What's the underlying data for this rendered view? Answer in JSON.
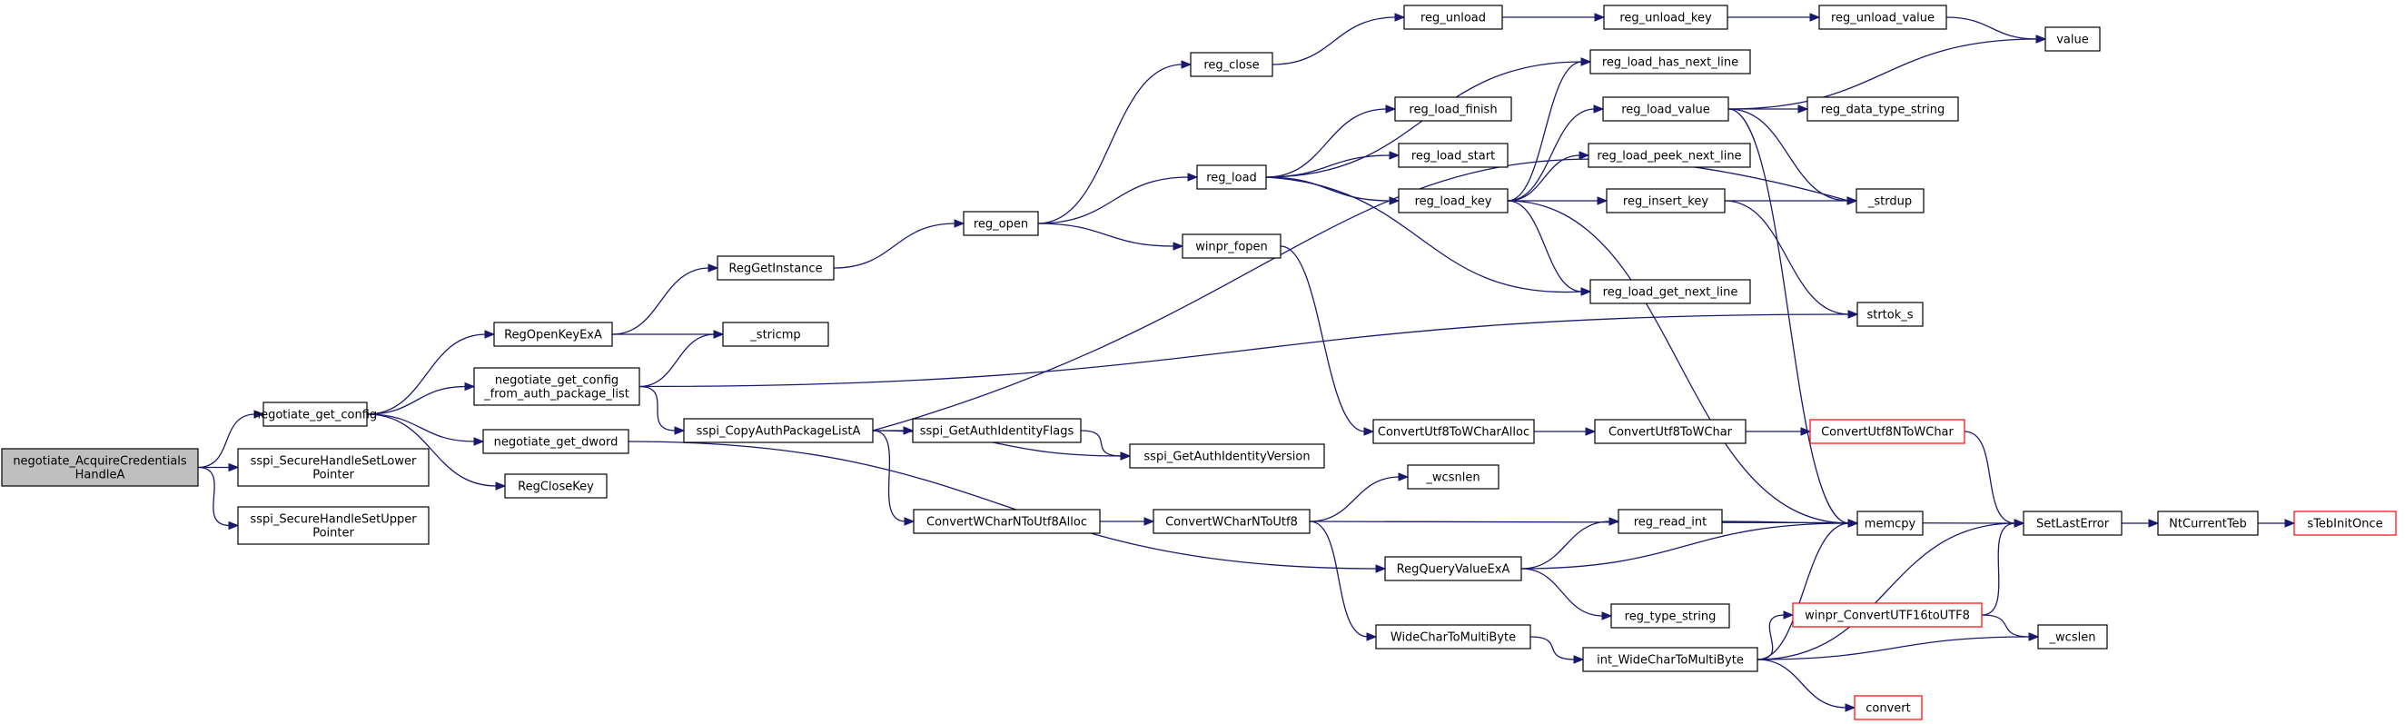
{
  "nodes": [
    {
      "id": "n0",
      "lines": [
        "negotiate_AcquireCredentials",
        "HandleA"
      ],
      "root": true
    },
    {
      "id": "n1",
      "lines": [
        "negotiate_get_config"
      ]
    },
    {
      "id": "n2",
      "lines": [
        "sspi_SecureHandleSetLower",
        "Pointer"
      ]
    },
    {
      "id": "n3",
      "lines": [
        "sspi_SecureHandleSetUpper",
        "Pointer"
      ]
    },
    {
      "id": "n4",
      "lines": [
        "RegOpenKeyExA"
      ]
    },
    {
      "id": "n5",
      "lines": [
        "negotiate_get_config",
        "_from_auth_package_list"
      ]
    },
    {
      "id": "n6",
      "lines": [
        "negotiate_get_dword"
      ]
    },
    {
      "id": "n7",
      "lines": [
        "RegCloseKey"
      ]
    },
    {
      "id": "n8",
      "lines": [
        "RegGetInstance"
      ]
    },
    {
      "id": "n9",
      "lines": [
        "_stricmp"
      ]
    },
    {
      "id": "n10",
      "lines": [
        "sspi_CopyAuthPackageListA"
      ]
    },
    {
      "id": "n11",
      "lines": [
        "reg_open"
      ]
    },
    {
      "id": "n12",
      "lines": [
        "sspi_GetAuthIdentityFlags"
      ]
    },
    {
      "id": "n13",
      "lines": [
        "sspi_GetAuthIdentityVersion"
      ]
    },
    {
      "id": "n14",
      "lines": [
        "ConvertWCharNToUtf8Alloc"
      ]
    },
    {
      "id": "n15",
      "lines": [
        "reg_close"
      ]
    },
    {
      "id": "n16",
      "lines": [
        "reg_load"
      ]
    },
    {
      "id": "n17",
      "lines": [
        "winpr_fopen"
      ]
    },
    {
      "id": "n18",
      "lines": [
        "ConvertWCharNToUtf8"
      ]
    },
    {
      "id": "n19",
      "lines": [
        "reg_unload"
      ]
    },
    {
      "id": "n20",
      "lines": [
        "reg_load_finish"
      ]
    },
    {
      "id": "n21",
      "lines": [
        "reg_load_start"
      ]
    },
    {
      "id": "n22",
      "lines": [
        "reg_load_key"
      ]
    },
    {
      "id": "n23",
      "lines": [
        "ConvertUtf8ToWCharAlloc"
      ]
    },
    {
      "id": "n24",
      "lines": [
        "_wcsnlen"
      ]
    },
    {
      "id": "n25",
      "lines": [
        "RegQueryValueExA"
      ]
    },
    {
      "id": "n26",
      "lines": [
        "WideCharToMultiByte"
      ]
    },
    {
      "id": "n27",
      "lines": [
        "reg_unload_key"
      ]
    },
    {
      "id": "n28",
      "lines": [
        "reg_load_has_next_line"
      ]
    },
    {
      "id": "n29",
      "lines": [
        "reg_load_value"
      ]
    },
    {
      "id": "n30",
      "lines": [
        "reg_load_peek_next_line"
      ]
    },
    {
      "id": "n31",
      "lines": [
        "reg_insert_key"
      ]
    },
    {
      "id": "n32",
      "lines": [
        "reg_load_get_next_line"
      ]
    },
    {
      "id": "n33",
      "lines": [
        "ConvertUtf8ToWChar"
      ]
    },
    {
      "id": "n34",
      "lines": [
        "reg_read_int"
      ]
    },
    {
      "id": "n35",
      "lines": [
        "reg_type_string"
      ]
    },
    {
      "id": "n36",
      "lines": [
        "int_WideCharToMultiByte"
      ]
    },
    {
      "id": "n37",
      "lines": [
        "reg_unload_value"
      ]
    },
    {
      "id": "n38",
      "lines": [
        "reg_data_type_string"
      ]
    },
    {
      "id": "n39",
      "lines": [
        "ConvertUtf8NToWChar"
      ],
      "truncated": true
    },
    {
      "id": "n40",
      "lines": [
        "winpr_ConvertUTF16toUTF8"
      ],
      "truncated": true
    },
    {
      "id": "n41",
      "lines": [
        "convert"
      ],
      "truncated": true
    },
    {
      "id": "n42",
      "lines": [
        "value"
      ]
    },
    {
      "id": "n43",
      "lines": [
        "_strdup"
      ]
    },
    {
      "id": "n44",
      "lines": [
        "strtok_s"
      ]
    },
    {
      "id": "n45",
      "lines": [
        "memcpy"
      ]
    },
    {
      "id": "n46",
      "lines": [
        "SetLastError"
      ]
    },
    {
      "id": "n47",
      "lines": [
        "_wcslen"
      ]
    },
    {
      "id": "n48",
      "lines": [
        "NtCurrentTeb"
      ]
    },
    {
      "id": "n49",
      "lines": [
        "sTebInitOnce"
      ],
      "truncated": true
    }
  ],
  "edges": [
    [
      "n0",
      "n1"
    ],
    [
      "n0",
      "n2"
    ],
    [
      "n0",
      "n3"
    ],
    [
      "n1",
      "n4"
    ],
    [
      "n1",
      "n5"
    ],
    [
      "n1",
      "n6"
    ],
    [
      "n1",
      "n7"
    ],
    [
      "n4",
      "n8"
    ],
    [
      "n4",
      "n9"
    ],
    [
      "n5",
      "n9"
    ],
    [
      "n5",
      "n10"
    ],
    [
      "n5",
      "n44"
    ],
    [
      "n6",
      "n25"
    ],
    [
      "n8",
      "n11"
    ],
    [
      "n10",
      "n12"
    ],
    [
      "n10",
      "n13"
    ],
    [
      "n10",
      "n14"
    ],
    [
      "n10",
      "n43"
    ],
    [
      "n11",
      "n15"
    ],
    [
      "n11",
      "n16"
    ],
    [
      "n11",
      "n17"
    ],
    [
      "n12",
      "n13"
    ],
    [
      "n14",
      "n18"
    ],
    [
      "n15",
      "n19"
    ],
    [
      "n16",
      "n20"
    ],
    [
      "n16",
      "n21"
    ],
    [
      "n16",
      "n22"
    ],
    [
      "n16",
      "n28"
    ],
    [
      "n16",
      "n32"
    ],
    [
      "n17",
      "n23"
    ],
    [
      "n18",
      "n24"
    ],
    [
      "n18",
      "n26"
    ],
    [
      "n18",
      "n46"
    ],
    [
      "n19",
      "n27"
    ],
    [
      "n22",
      "n28"
    ],
    [
      "n22",
      "n29"
    ],
    [
      "n22",
      "n30"
    ],
    [
      "n22",
      "n31"
    ],
    [
      "n22",
      "n32"
    ],
    [
      "n22",
      "n45"
    ],
    [
      "n23",
      "n33"
    ],
    [
      "n25",
      "n34"
    ],
    [
      "n25",
      "n35"
    ],
    [
      "n25",
      "n45"
    ],
    [
      "n26",
      "n36"
    ],
    [
      "n27",
      "n37"
    ],
    [
      "n29",
      "n38"
    ],
    [
      "n29",
      "n42"
    ],
    [
      "n29",
      "n43"
    ],
    [
      "n29",
      "n45"
    ],
    [
      "n31",
      "n43"
    ],
    [
      "n31",
      "n44"
    ],
    [
      "n33",
      "n39"
    ],
    [
      "n34",
      "n45"
    ],
    [
      "n36",
      "n40"
    ],
    [
      "n36",
      "n41"
    ],
    [
      "n36",
      "n45"
    ],
    [
      "n36",
      "n46"
    ],
    [
      "n36",
      "n47"
    ],
    [
      "n37",
      "n42"
    ],
    [
      "n39",
      "n46"
    ],
    [
      "n40",
      "n46"
    ],
    [
      "n40",
      "n47"
    ],
    [
      "n46",
      "n48"
    ],
    [
      "n48",
      "n49"
    ]
  ]
}
